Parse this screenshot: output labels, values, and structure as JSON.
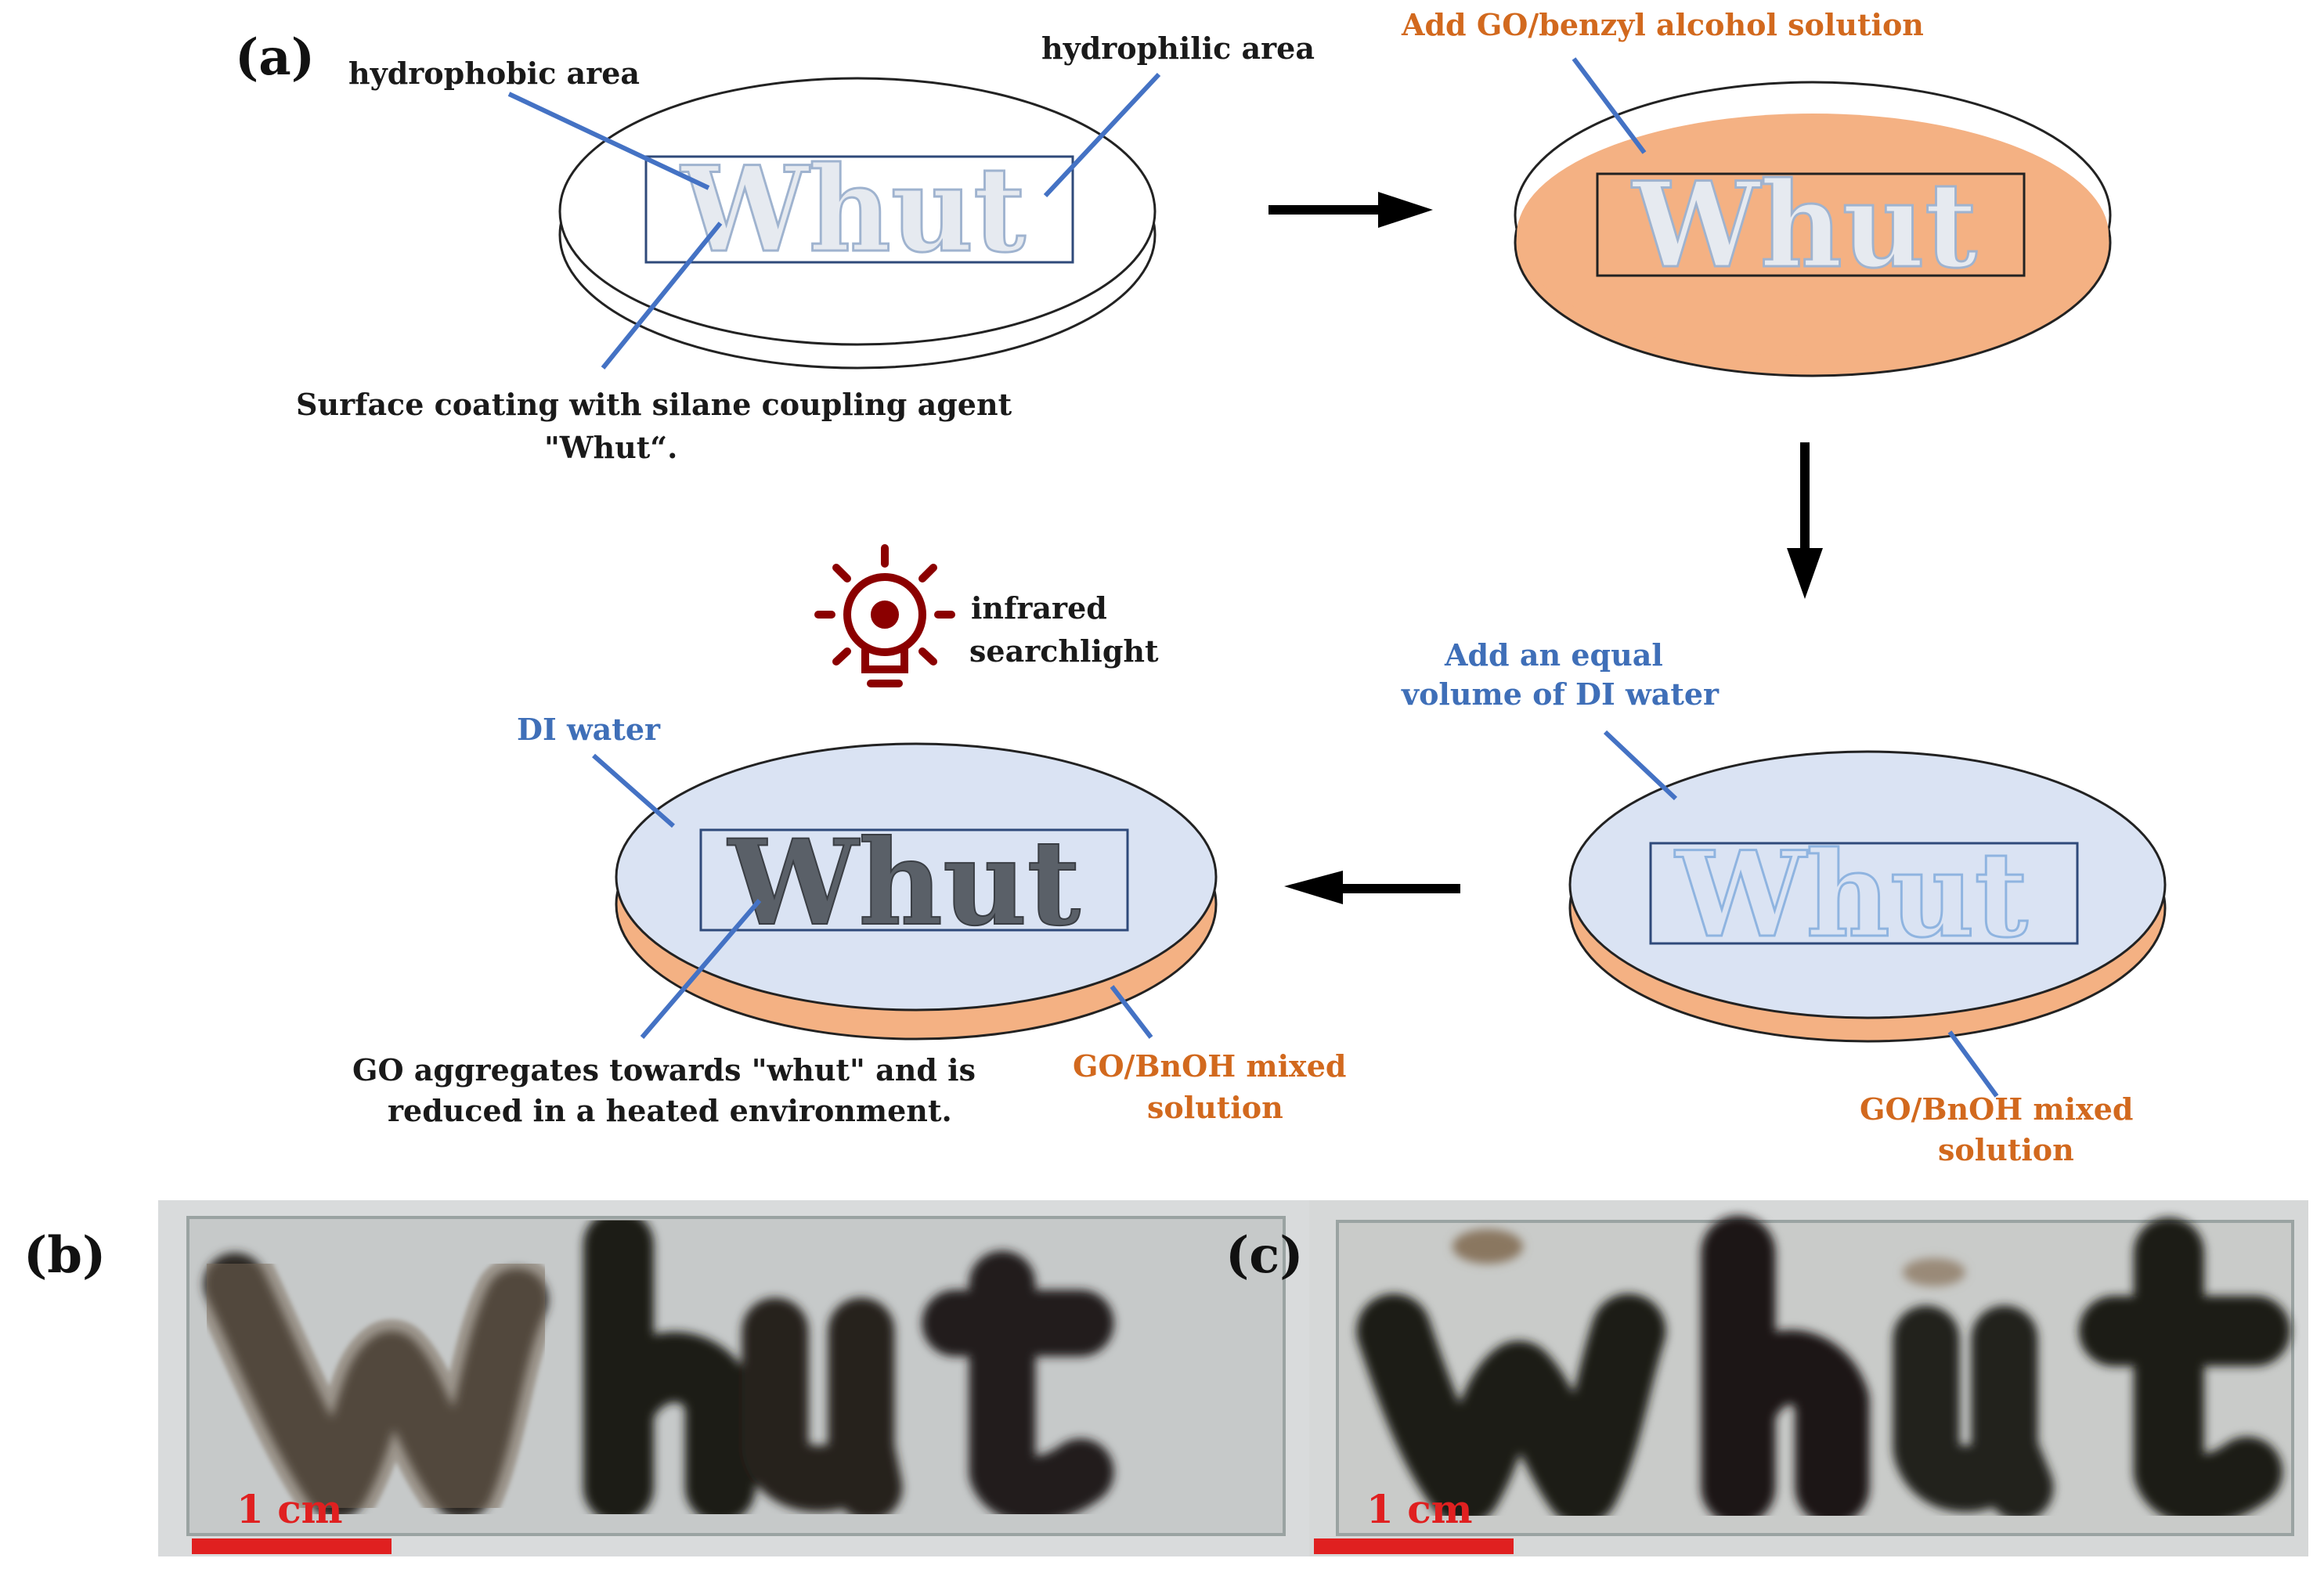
{
  "panels": {
    "a": "(a)",
    "b": "(b)",
    "c": "(c)"
  },
  "step1": {
    "hydrophobic_label": "hydrophobic area",
    "hydrophilic_label": "hydrophilic area",
    "dish_text": "Whut",
    "caption_line1": "Surface coating with silane coupling agent",
    "caption_line2": "\"Whut“."
  },
  "step2": {
    "label": "Add GO/benzyl alcohol solution",
    "dish_text": "Whut"
  },
  "step3": {
    "label_line1": "Add an equal",
    "label_line2": "volume of DI water",
    "dish_text": "Whut",
    "bottom_label_line1": "GO/BnOH mixed",
    "bottom_label_line2": "solution"
  },
  "step4": {
    "lamp_label_line1": "infrared",
    "lamp_label_line2": "searchlight",
    "water_label": "DI water",
    "dish_text": "Whut",
    "bottom_label_line1": "GO/BnOH mixed",
    "bottom_label_line2": "solution",
    "caption_line1": "GO aggregates towards \"whut\" and is",
    "caption_line2": "reduced in a heated environment."
  },
  "photos": {
    "scale_b": "1 cm",
    "scale_c": "1 cm",
    "sample_text": "whut"
  },
  "colors": {
    "orange_fill": "#f4b183",
    "blue_fill": "#dae3f3",
    "pointer_blue": "#4472c4",
    "text_orange": "#d2691e",
    "text_blue": "#3f6fb8",
    "scale_red": "#e02020",
    "lamp_red": "#8b0000"
  },
  "icons": [
    "lightbulb-gear-icon",
    "arrow-right-icon",
    "arrow-down-icon",
    "arrow-left-icon"
  ]
}
